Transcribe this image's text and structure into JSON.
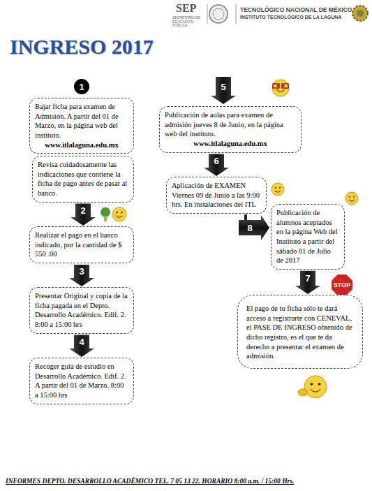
{
  "diagram": {
    "title": "INGRESO 2017",
    "nodes": [
      {
        "text": [
          "Bajar ficha para examen de Admisión. A partir del 01 de Marzo, en la página web del instituto.",
          "www.itlalaguna.edu.mx"
        ]
      },
      {
        "text": [
          "Revisa cuidadosamente las indicaciones que contiene la ficha de pago antes de pasar al banco."
        ]
      },
      {
        "text": [
          "Realizar el pago en el banco indicado, por la cantidad de $ 550 .00"
        ]
      },
      {
        "text": [
          "Presentar Original y copia de la ficha pagada en el Depto. Desarrollo Académico. Edif. 2. 8:00 a 15:00 hrs"
        ]
      },
      {
        "text": [
          "Recoger guía de estudio en Desarrollo Académico. Edif. 2. A partir del 01 de Marzo. 8:00 a 15:00 hrs"
        ]
      },
      {
        "text": [
          "Publicación de aulas para examen de admisión jueves 8 de Junio, en la página web del instituto.",
          "www.itlalaguna.edu.mx"
        ]
      },
      {
        "text": [
          "Aplicación de EXAMEN Viernes 09 de Junio a las 9:00 hrs. En instalaciones del ITL"
        ]
      },
      {
        "text": [
          "Publicación de alumnos aceptados en la página Web del Instituto a partir del sábado 01 de Julio de 2017"
        ]
      },
      {
        "text": [
          "El pago de tu ficha sólo te dará acceso a registrarte con CENEVAL, el PASE DE INGRESO obtenido de dicho registro, es el que te da derecho a presentar el examen de admisión."
        ]
      }
    ],
    "edges": [
      {
        "from": 1,
        "to": 2,
        "arrow": "to",
        "label": "2"
      },
      {
        "from": 2,
        "to": 3,
        "arrow": "to",
        "label": "3"
      },
      {
        "from": 3,
        "to": 4,
        "arrow": "to",
        "label": "4"
      },
      {
        "from": 5,
        "to": 6,
        "arrow": "to",
        "label": "6"
      },
      {
        "from": 6,
        "to": 7,
        "arrow": "to",
        "label": "8"
      },
      {
        "from": 7,
        "to": 8,
        "arrow": "to",
        "label": "7"
      }
    ],
    "labels": [
      "SEP",
      "SECRETARÍA DE EDUCACIÓN PÚBLICA",
      "TECNOLÓGICO NACIONAL DE MÉXICO",
      "INSTITUTO TECNOLÓGICO DE LA LAGUNA",
      "1",
      "5",
      "STOP",
      "INFORMES DEPTO. DESARROLLO ACADÉMICO TEL. 7 05 13 22. HORARIO 8:00 a.m. / 15:00 Hrs."
    ]
  }
}
